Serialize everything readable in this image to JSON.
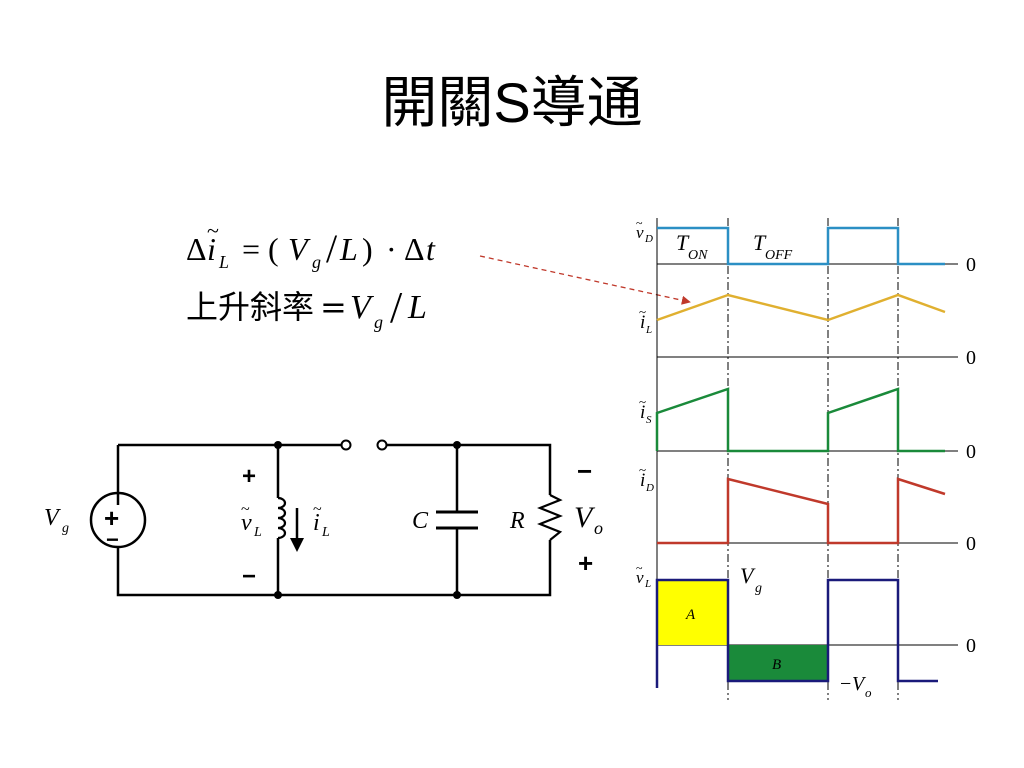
{
  "slide": {
    "title_cjk_1": "開關",
    "title_latin": "S",
    "title_cjk_2": "導通"
  },
  "equations": {
    "eq1": {
      "delta": "Δ",
      "i": "i",
      "tilde": "~",
      "sub_L": "L",
      "eq": "=",
      "lparen": "(",
      "V": "V",
      "sub_g": "g",
      "slash": "/",
      "L": "L",
      "rparen": ")",
      "dot": "·",
      "delta2": "Δ",
      "t": "t"
    },
    "eq2": {
      "label": "上升斜率",
      "eq": "=",
      "V": "V",
      "sub_g": "g",
      "slash": "/",
      "L": "L"
    }
  },
  "circuit": {
    "source_label": "V",
    "source_sub": "g",
    "source_plus": "+",
    "source_minus": "−",
    "inductor_v_plus": "+",
    "inductor_v_minus": "−",
    "inductor_v": "v",
    "inductor_v_sub": "L",
    "inductor_i": "i",
    "inductor_i_sub": "L",
    "tilde": "~",
    "capacitor_label": "C",
    "resistor_label": "R",
    "vo_label": "V",
    "vo_sub": "o",
    "vo_top_sign": "−",
    "vo_bottom_sign": "+"
  },
  "waveforms": {
    "colors": {
      "vD": "#2b8fc4",
      "iL": "#e0b030",
      "iS": "#1a8a3a",
      "iD": "#c0392b",
      "vL": "#1a1a7a",
      "A_fill": "#ffff00",
      "B_fill": "#1a8a3a",
      "arrow": "#c0392b"
    },
    "tilde": "~",
    "vD": {
      "label": "v",
      "sub": "D",
      "zero": "0",
      "ton": "T",
      "ton_sub": "ON",
      "toff": "T",
      "toff_sub": "OFF"
    },
    "iL": {
      "label": "i",
      "sub": "L",
      "zero": "0"
    },
    "iS": {
      "label": "i",
      "sub": "S",
      "zero": "0"
    },
    "iD": {
      "label": "i",
      "sub": "D",
      "zero": "0"
    },
    "vL": {
      "label": "v",
      "sub": "L",
      "zero": "0",
      "area_a": "A",
      "area_b": "B",
      "vg": "V",
      "vg_sub": "g",
      "vo_minus": "−",
      "vo": "V",
      "vo_sub": "o"
    }
  }
}
